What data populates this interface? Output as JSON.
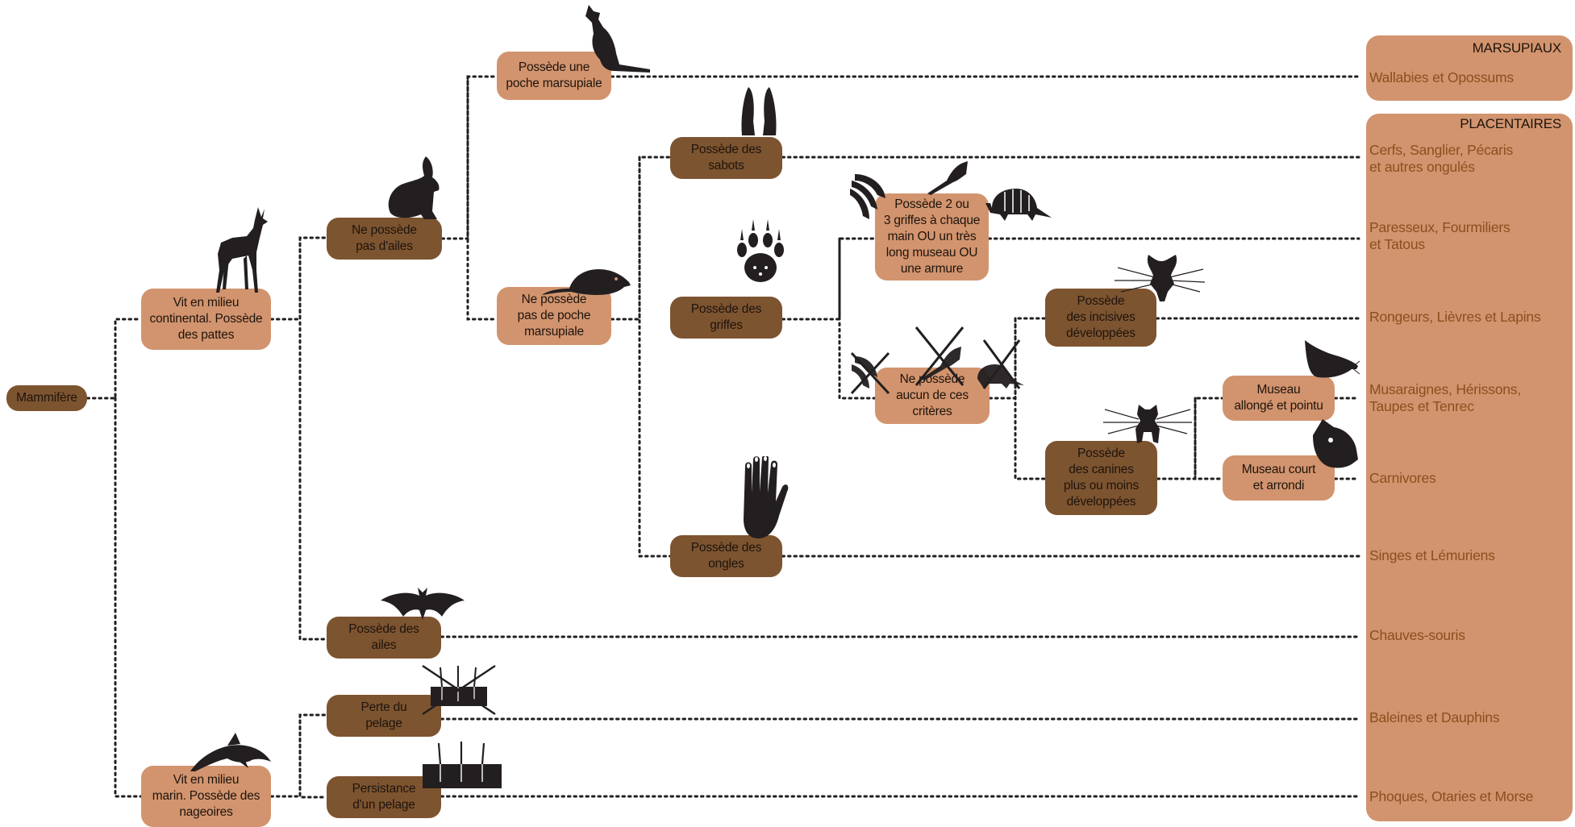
{
  "colors": {
    "light_node": "#d2946e",
    "dark_node": "#7d5430",
    "group_text": "#8a4f1f",
    "silhouette": "#231f20",
    "connector": "#231f20"
  },
  "panels": {
    "marsupiaux": "MARSUPIAUX",
    "placentaires": "PLACENTAIRES"
  },
  "nodes": {
    "mammifere": "Mammifère",
    "continental": "Vit en milieu\ncontinental. Possède\ndes pattes",
    "marin": "Vit en milieu\nmarin. Possède des\nnageoires",
    "no_wings": "Ne possède\npas d'ailes",
    "wings": "Possède des\nailes",
    "fur_loss": "Perte du\npelage",
    "fur_keep": "Persistance\nd'un pelage",
    "pouch": "Possède une\npoche marsupiale",
    "no_pouch": "Ne possède\npas de poche\nmarsupiale",
    "hooves": "Possède des\nsabots",
    "claws": "Possède des\ngriffes",
    "nails": "Possède des\nongles",
    "xenarthra": "Possède 2 ou\n3 griffes à chaque\nmain OU un très\nlong museau OU\nune armure",
    "none_criteria": "Ne possède\naucun de ces\ncritères",
    "incisors": "Possède\ndes incisives\ndéveloppées",
    "canines": "Possède\ndes canines\nplus ou moins\ndéveloppées",
    "long_snout": "Museau\nallongé et pointu",
    "short_snout": "Museau court\net arrondi"
  },
  "groups": {
    "wallabies": "Wallabies et Opossums",
    "cerfs": "Cerfs, Sanglier, Pécaris\net autres ongulés",
    "paresseux": "Paresseux, Fourmiliers\net Tatous",
    "rongeurs": "Rongeurs, Lièvres et Lapins",
    "musaraignes": "Musaraignes, Hérissons,\nTaupes et Tenrec",
    "carnivores": "Carnivores",
    "singes": "Singes et Lémuriens",
    "chauves": "Chauves-souris",
    "baleines": "Baleines et Dauphins",
    "phoques": "Phoques, Otaries et Morse"
  },
  "icons": [
    "deer-icon",
    "dolphin-icon",
    "rabbit-icon",
    "bat-icon",
    "kangaroo-icon",
    "rat-icon",
    "hoof-icon",
    "claw-paw-icon",
    "hand-icon",
    "sloth-claw-icon",
    "anteater-icon",
    "armadillo-icon",
    "crossed-criteria-icon",
    "rodent-head-icon",
    "carnivore-skull-icon",
    "mole-head-icon",
    "cat-head-icon",
    "no-fur-skin-icon",
    "fur-skin-icon"
  ]
}
